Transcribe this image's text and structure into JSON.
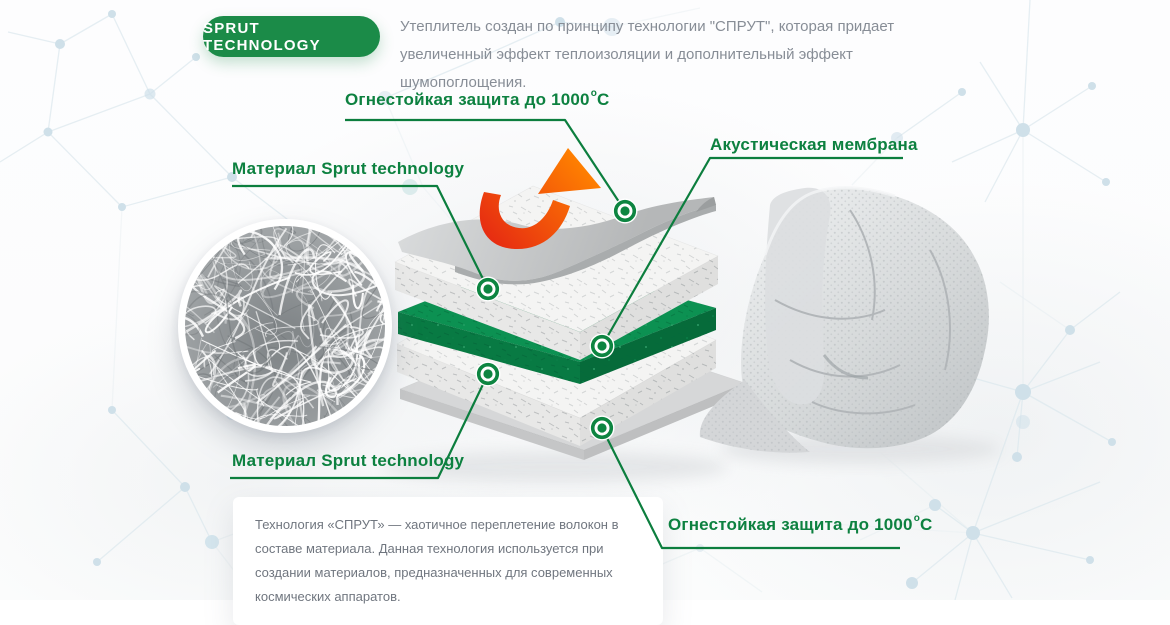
{
  "badge": {
    "label": "SPRUT TECHNOLOGY"
  },
  "intro": {
    "text": "Утеплитель создан по принципу технологии \"СПРУТ\", которая придает увеличенный эффект теплоизоляции и дополнительный эффект шумопоглощения."
  },
  "labels": {
    "fire_top": {
      "text": "Огнестойкая защита до 1000",
      "sup": "о",
      "unit": "С"
    },
    "material_top": {
      "text": "Материал Sprut technology"
    },
    "acoustic": {
      "text": "Акустическая мембрана"
    },
    "material_bottom": {
      "text": "Материал Sprut technology"
    },
    "fire_bottom": {
      "text": "Огнестойкая защита до 1000",
      "sup": "о",
      "unit": "С"
    }
  },
  "note": {
    "text": "Технология «СПРУТ» — хаотичное переплетение волокон в составе материала. Данная технология используется при создании материалов, предназначенных для современных космических аппаратов."
  },
  "diagram": {
    "layers": [
      "fire-protection-sheet",
      "sprut-material-upper",
      "acoustic-membrane",
      "sprut-material-lower",
      "fire-protection-base"
    ],
    "marker_icon": "green-ring-dot-icon"
  },
  "colors": {
    "accent_green": "#0d8140",
    "badge_green": "#1b8b48",
    "membrane_green": "#0c9152",
    "arrow_red": "#e62a12",
    "arrow_orange": "#ff8300",
    "network_blue": "#d9e6ec",
    "text_gray": "#878d96"
  }
}
